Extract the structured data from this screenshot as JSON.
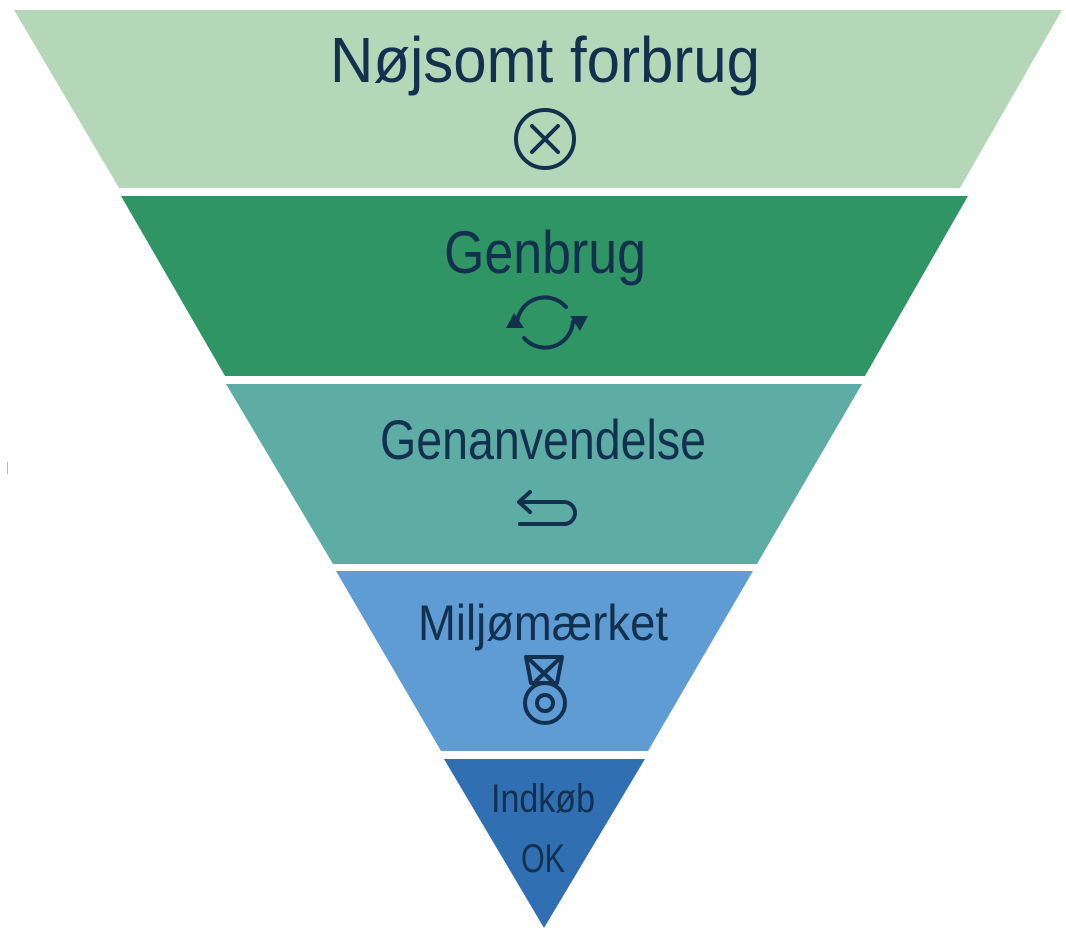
{
  "levels": [
    {
      "label": "Nøjsomt forbrug",
      "icon": "circle-x-icon",
      "color": "#b3d7b7"
    },
    {
      "label": "Genbrug",
      "icon": "recycle-arrows-icon",
      "color": "#2f9565"
    },
    {
      "label": "Genanvendelse",
      "icon": "return-arrow-icon",
      "color": "#5dada5"
    },
    {
      "label": "Miljømærket",
      "icon": "medal-icon",
      "color": "#5f9cd4"
    },
    {
      "label": "Indkøb",
      "label_line2": "OK",
      "icon": "",
      "color": "#2f6fb2"
    }
  ]
}
